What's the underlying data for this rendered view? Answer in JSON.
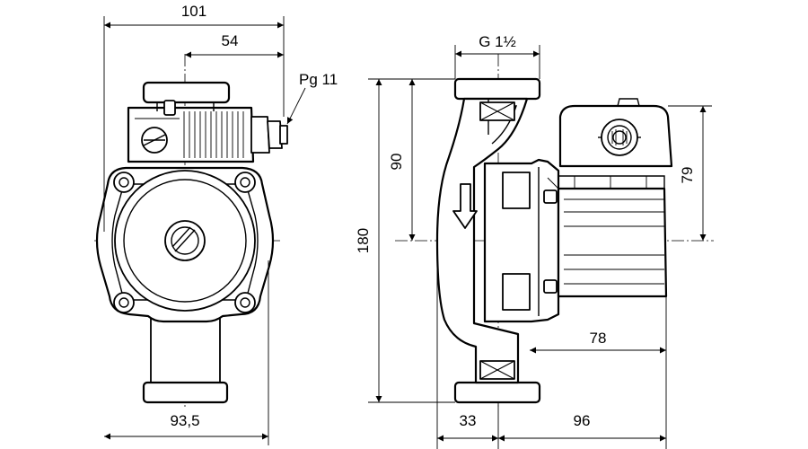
{
  "dimensions": {
    "front_width": "101",
    "front_offset": "54",
    "cable_gland": "Pg 11",
    "base_width": "93,5",
    "thread": "G 1½",
    "port_height": "90",
    "overall_height": "180",
    "motor_height": "79",
    "motor_length": "78",
    "flange_offset": "33",
    "side_length": "96"
  }
}
